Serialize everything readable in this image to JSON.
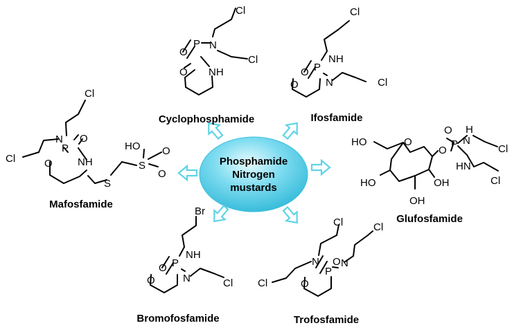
{
  "center": {
    "line1": "Phosphamide",
    "line2": "Nitrogen",
    "line3": "mustards",
    "fill": "#3ec8e4"
  },
  "arrow_color": "#5fd3e6",
  "compounds": {
    "cyclophosphamide": "Cyclophosphamide",
    "ifosfamide": "Ifosfamide",
    "mafosfamide": "Mafosfamide",
    "glufosfamide": "Glufosfamide",
    "bromofosfamide": "Bromofosfamide",
    "trofosfamide": "Trofosfamide"
  },
  "atoms": {
    "cl": "Cl",
    "n": "N",
    "nh": "NH",
    "hn": "HN",
    "h": "H",
    "o": "O",
    "p": "P",
    "s": "S",
    "br": "Br",
    "ho": "HO",
    "oh": "OH"
  }
}
